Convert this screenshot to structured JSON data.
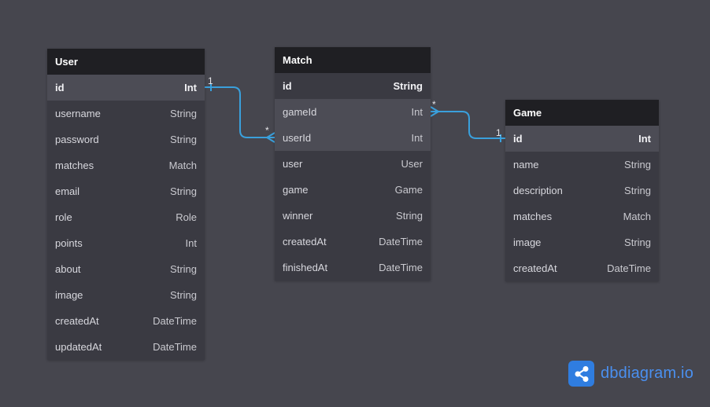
{
  "tables": {
    "user": {
      "name": "User",
      "fields": [
        {
          "name": "id",
          "type": "Int"
        },
        {
          "name": "username",
          "type": "String"
        },
        {
          "name": "password",
          "type": "String"
        },
        {
          "name": "matches",
          "type": "Match"
        },
        {
          "name": "email",
          "type": "String"
        },
        {
          "name": "role",
          "type": "Role"
        },
        {
          "name": "points",
          "type": "Int"
        },
        {
          "name": "about",
          "type": "String"
        },
        {
          "name": "image",
          "type": "String"
        },
        {
          "name": "createdAt",
          "type": "DateTime"
        },
        {
          "name": "updatedAt",
          "type": "DateTime"
        }
      ]
    },
    "match": {
      "name": "Match",
      "fields": [
        {
          "name": "id",
          "type": "String"
        },
        {
          "name": "gameId",
          "type": "Int"
        },
        {
          "name": "userId",
          "type": "Int"
        },
        {
          "name": "user",
          "type": "User"
        },
        {
          "name": "game",
          "type": "Game"
        },
        {
          "name": "winner",
          "type": "String"
        },
        {
          "name": "createdAt",
          "type": "DateTime"
        },
        {
          "name": "finishedAt",
          "type": "DateTime"
        }
      ]
    },
    "game": {
      "name": "Game",
      "fields": [
        {
          "name": "id",
          "type": "Int"
        },
        {
          "name": "name",
          "type": "String"
        },
        {
          "name": "description",
          "type": "String"
        },
        {
          "name": "matches",
          "type": "Match"
        },
        {
          "name": "image",
          "type": "String"
        },
        {
          "name": "createdAt",
          "type": "DateTime"
        }
      ]
    }
  },
  "relations": {
    "user_match": {
      "from": "User.id",
      "to": "Match.userId",
      "from_card": "1",
      "to_card": "*"
    },
    "game_match": {
      "from": "Game.id",
      "to": "Match.gameId",
      "from_card": "1",
      "to_card": "*"
    }
  },
  "brand": {
    "text": "dbdiagram.io",
    "icon": "share-nodes-icon"
  },
  "colors": {
    "background": "#46464e",
    "table_body": "#3a3a42",
    "table_header": "#1f1f23",
    "highlight_row": "#4c4c55",
    "relation_line": "#3aa0dc",
    "brand": "#2f7de0"
  }
}
